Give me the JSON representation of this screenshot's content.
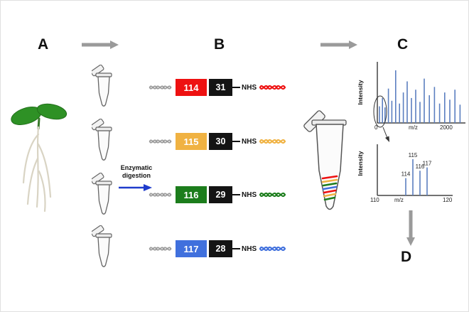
{
  "panels": {
    "a": "A",
    "b": "B",
    "c": "C",
    "d": "D"
  },
  "digestion": {
    "line1": "Enzymatic",
    "line2": "digestion"
  },
  "tags": [
    {
      "reporter": "114",
      "balance": "31",
      "linker": "NHS",
      "color": "#ee1111"
    },
    {
      "reporter": "115",
      "balance": "30",
      "linker": "NHS",
      "color": "#f0b242"
    },
    {
      "reporter": "116",
      "balance": "29",
      "linker": "NHS",
      "color": "#1c7d1c"
    },
    {
      "reporter": "117",
      "balance": "28",
      "linker": "NHS",
      "color": "#4070dd"
    }
  ],
  "colors": {
    "tag_red": "#ee1111",
    "tag_orange": "#f0b242",
    "tag_green": "#1c7d1c",
    "tag_blue": "#4070dd",
    "balance_black": "#141414",
    "peptide_grey": "#9b9b9b",
    "spectrum_blue": "#5b7fc0",
    "arrow_grey": "#9a9a9a",
    "digestion_arrow_blue": "#1f3ccc"
  },
  "chart_data": [
    {
      "type": "line",
      "subtype": "mass-spectrum",
      "title": "",
      "ylabel": "Intensity",
      "xlabel": "m/z",
      "xlim": [
        0,
        2000
      ],
      "x_ticks": [
        "0",
        "2000"
      ],
      "peaks": [
        {
          "mz": 50,
          "h": 0.3
        },
        {
          "mz": 120,
          "h": 0.45
        },
        {
          "mz": 180,
          "h": 0.28
        },
        {
          "mz": 260,
          "h": 0.62
        },
        {
          "mz": 340,
          "h": 0.4
        },
        {
          "mz": 430,
          "h": 0.95
        },
        {
          "mz": 520,
          "h": 0.35
        },
        {
          "mz": 610,
          "h": 0.55
        },
        {
          "mz": 700,
          "h": 0.75
        },
        {
          "mz": 800,
          "h": 0.45
        },
        {
          "mz": 900,
          "h": 0.6
        },
        {
          "mz": 1000,
          "h": 0.38
        },
        {
          "mz": 1100,
          "h": 0.8
        },
        {
          "mz": 1220,
          "h": 0.5
        },
        {
          "mz": 1340,
          "h": 0.65
        },
        {
          "mz": 1460,
          "h": 0.35
        },
        {
          "mz": 1580,
          "h": 0.55
        },
        {
          "mz": 1700,
          "h": 0.42
        },
        {
          "mz": 1820,
          "h": 0.6
        },
        {
          "mz": 1940,
          "h": 0.33
        }
      ]
    },
    {
      "type": "line",
      "subtype": "mass-spectrum-zoom",
      "title": "",
      "ylabel": "Intensity",
      "xlabel": "m/z",
      "xlim": [
        110,
        120
      ],
      "x_ticks": [
        "110",
        "120"
      ],
      "peaks": [
        {
          "mz": 114,
          "h": 0.42
        },
        {
          "mz": 115,
          "h": 0.88
        },
        {
          "mz": 116,
          "h": 0.6
        },
        {
          "mz": 117,
          "h": 0.68
        }
      ],
      "peak_labels": [
        "114",
        "115",
        "116",
        "117"
      ]
    }
  ]
}
